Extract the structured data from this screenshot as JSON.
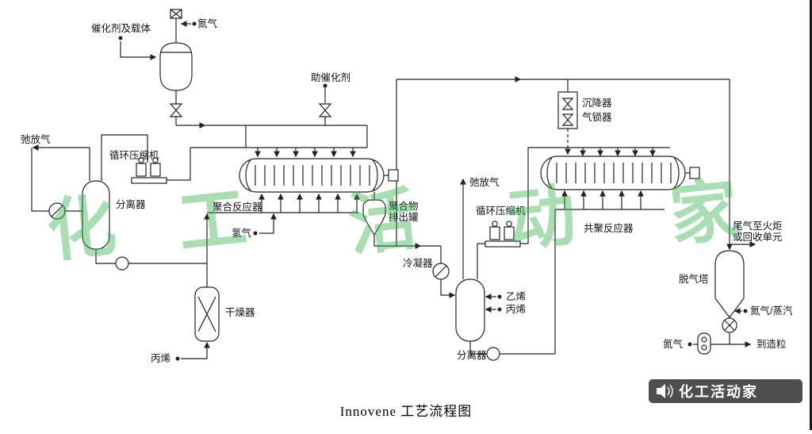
{
  "title": "Innovene 工艺流程图",
  "watermark": {
    "chars": [
      "化",
      "工",
      "活",
      "动",
      "家"
    ],
    "color": "#35b34c"
  },
  "logo": {
    "text": "化工活动家",
    "background": "#4e4e4e"
  },
  "colors": {
    "line": "#222222",
    "background": "#ffffff"
  },
  "labels": {
    "catalyst_carrier": "催化剂及载体",
    "nitrogen_top": "氮气",
    "cocatalyst": "助催化剂",
    "purge_left": "弛放气",
    "recycle_compressor_left": "循环压缩机",
    "separator_left": "分离器",
    "poly_reactor": "聚合反应器",
    "hydrogen": "氢气",
    "discharge_tank_1": "聚合物",
    "discharge_tank_2": "排出罐",
    "dryer": "干燥器",
    "propylene_feed": "丙烯",
    "condenser": "冷凝器",
    "purge_mid": "弛放气",
    "recycle_compressor_mid": "循环压缩机",
    "separator_mid": "分离器",
    "ethylene": "乙烯",
    "propylene_mid": "丙烯",
    "settler": "沉降器",
    "gas_lock": "气锁器",
    "copoly_reactor": "共聚反应器",
    "tail_gas_1": "尾气至火炬",
    "tail_gas_2": "或回收单元",
    "degasser": "脱气塔",
    "nitrogen_steam": "氮气/蒸汽",
    "nitrogen_bottom": "氮气",
    "to_pelletizing": "到造粒"
  }
}
